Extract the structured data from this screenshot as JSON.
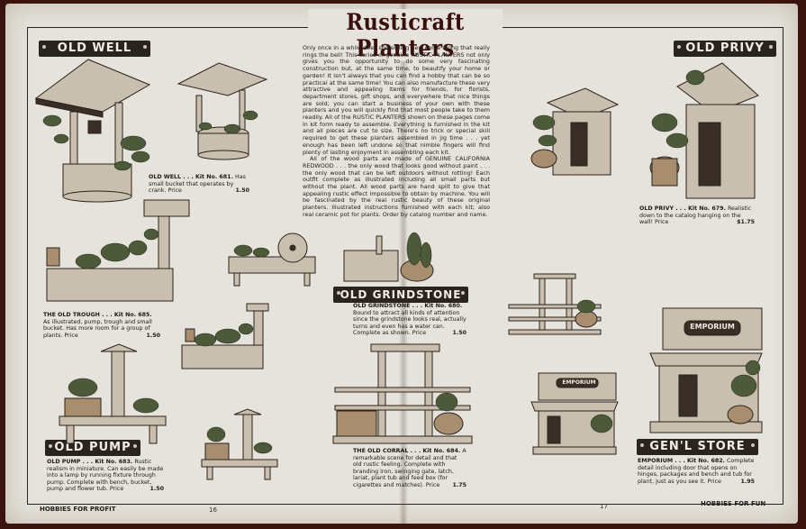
{
  "title": "Rusticraft Planters",
  "signs": {
    "old_well": "OLD WELL",
    "old_privy": "OLD PRIVY",
    "old_grindstone": "OLD GRINDSTONE",
    "old_pump": "OLD PUMP",
    "gens_store": "GEN'L STORE",
    "emporium_sign": "EMPORIUM"
  },
  "intro": {
    "paragraph1": "Only once in a while does something new come along that really rings the bell! This series of genuine RUSTIC PLANTERS not only gives you the opportunity to do some very fascinating construction but, at the same time, to beautify your home or garden! It isn't always that you can find a hobby that can be so practical at the same time! You can also manufacture these very attractive and appealing items for friends, for florists, department stores, gift shops, and everywhere that nice things are sold; you can start a business of your own with these planters and you will quickly find that most people take to them readily. All of the RUSTIC PLANTERS shown on these pages come in kit form ready to assemble. Everything is furnished in the kit and all pieces are cut to size. There's no trick or special skill required to get these planters assembled in jig time . . . yet enough has been left undone so that nimble fingers will find plenty of lasting enjoyment in assembling each kit.",
    "paragraph2": "All of the wood parts are made of GENUINE CALIFORNIA REDWOOD . . . the only wood that looks good without paint . . . the only wood that can be left outdoors without rotting! Each outfit complete as illustrated including all small parts but without the plant. All wood parts are hand split to give that appealing rustic effect impossible to obtain by machine. You will be fascinated by the real rustic beauty of these original planters. Illustrated instructions furnished with each kit; also real ceramic pot for plants. Order by catalog number and name."
  },
  "captions": {
    "well": {
      "name": "OLD WELL . . . Kit No. 681.",
      "text": "Has small bucket that operates by crank. Price",
      "price": "1.50"
    },
    "trough": {
      "name": "THE OLD TROUGH . . . Kit No. 685.",
      "text": "As illustrated, pump, trough and small bucket. Has more room for a group of plants. Price",
      "price": "1.50"
    },
    "pump": {
      "name": "OLD PUMP . . . Kit No. 683.",
      "text": "Rustic realism in miniature. Can easily be made into a lamp by running fixture through pump. Complete with bench, bucket, pump and flower tub. Price",
      "price": "1.50"
    },
    "grindstone": {
      "name": "OLD GRINDSTONE . . . Kit No. 680.",
      "text": "Bound to attract all kinds of attention since the grindstone looks real, actually turns and even has a water can. Complete as shown. Price",
      "price": "1.50"
    },
    "corral": {
      "name": "THE OLD CORRAL . . . Kit No. 684.",
      "text": "A remarkable scene for detail and that old rustic feeling. Complete with branding iron, swinging gate, latch, lariat, plant tub and feed box (for cigarettes and matches). Price",
      "price": "1.75"
    },
    "privy": {
      "name": "OLD PRIVY . . . Kit No. 679.",
      "text": "Realistic down to the catalog hanging on the wall! Price",
      "price": "$1.75"
    },
    "emporium": {
      "name": "EMPORIUM . . . Kit No. 682.",
      "text": "Complete detail including door that opens on hinges, packages and bench and tub for plant, just as you see it. Price",
      "price": "1.95"
    }
  },
  "footer": {
    "left": "HOBBIES FOR PROFIT",
    "right": "HOBBIES FOR FUN",
    "page_left": "16",
    "page_right": "17"
  }
}
